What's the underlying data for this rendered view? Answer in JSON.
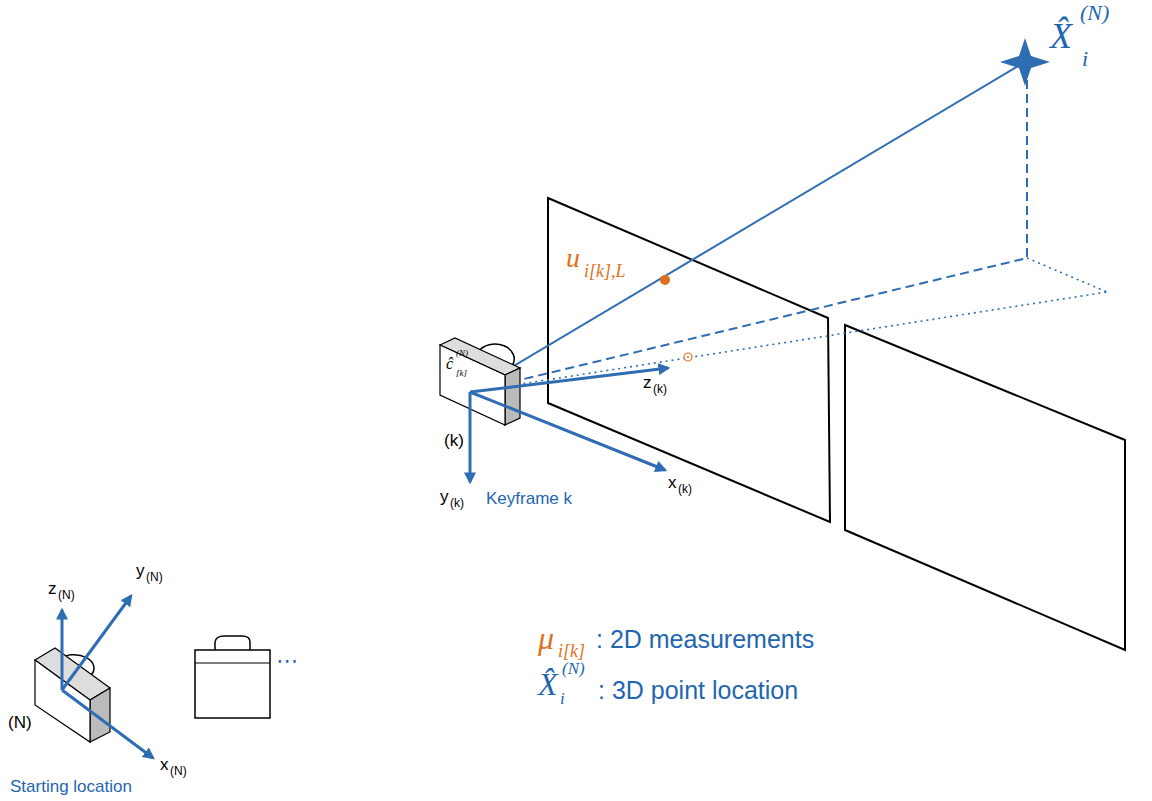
{
  "diagram": {
    "labels": [
      "X̂",
      "i",
      "(N)",
      "u",
      "i[k],L",
      "z",
      "(k)",
      "x",
      "(k)",
      "y",
      "(k)",
      "ĉ",
      "(N)",
      "[k]",
      "(k)",
      "Keyframe k",
      "μ",
      "i[k]",
      ": 2D measurements",
      "X̂",
      "i",
      "(N)",
      ": 3D point location",
      "z",
      "(N)",
      "y",
      "(N)",
      "x",
      "(N)",
      "(N)",
      "⋯",
      "Starting location"
    ]
  }
}
